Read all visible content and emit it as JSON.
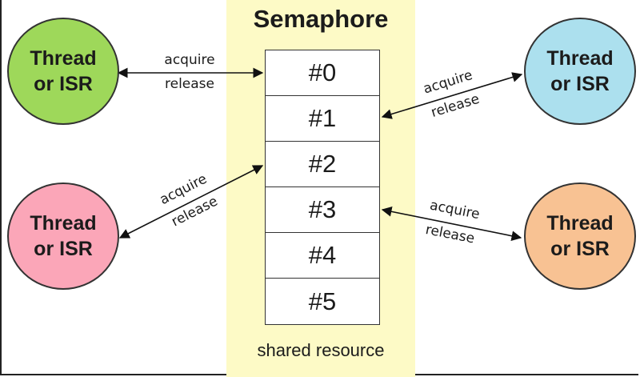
{
  "diagram": {
    "title": "Semaphore",
    "footer": "shared resource",
    "slots": [
      "#0",
      "#1",
      "#2",
      "#3",
      "#4",
      "#5"
    ],
    "threads": [
      {
        "line1": "Thread",
        "line2": "or ISR",
        "color": "#9ed85a"
      },
      {
        "line1": "Thread",
        "line2": "or ISR",
        "color": "#ace0ee"
      },
      {
        "line1": "Thread",
        "line2": "or ISR",
        "color": "#fba6b8"
      },
      {
        "line1": "Thread",
        "line2": "or ISR",
        "color": "#f8c293"
      }
    ],
    "edge_labels": {
      "acquire": "acquire",
      "release": "release"
    }
  }
}
